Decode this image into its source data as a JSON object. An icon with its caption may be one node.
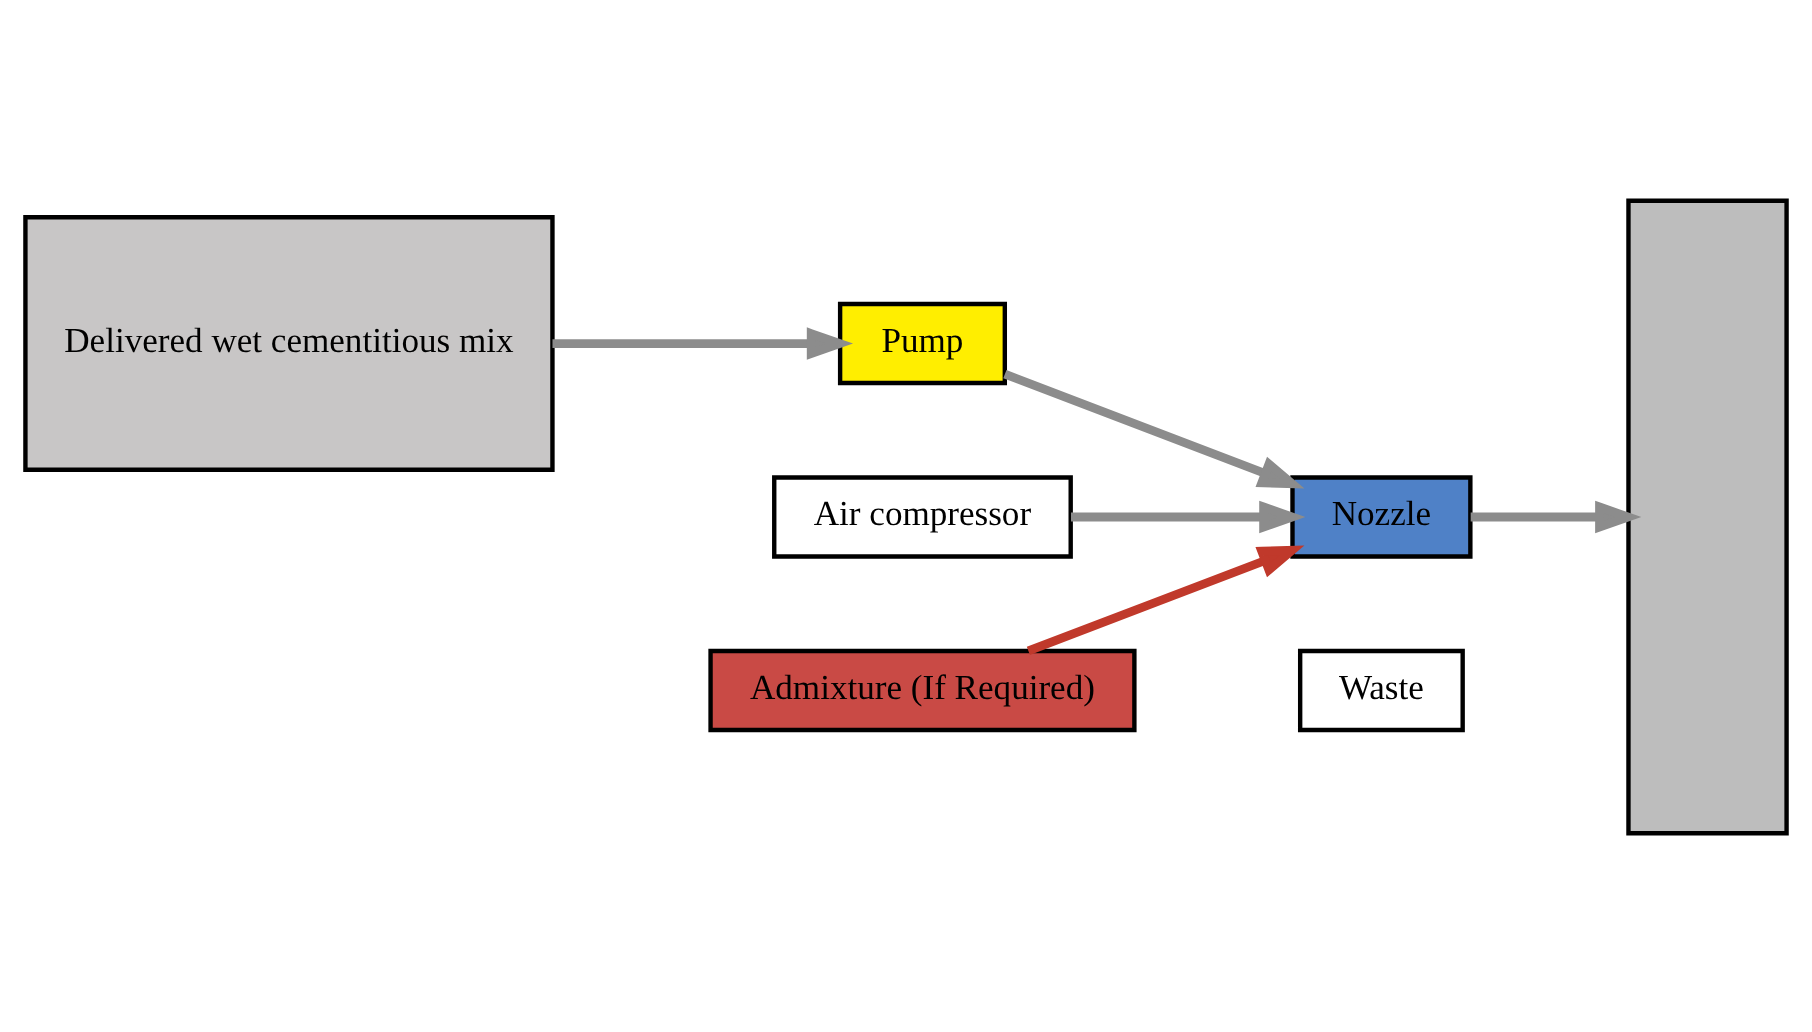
{
  "diagram": {
    "nodes": [
      {
        "text": [
          "Delivered wet cementitious mix"
        ]
      },
      {
        "text": [
          "Pump"
        ]
      },
      {
        "text": [
          "Air compressor"
        ]
      },
      {
        "text": [
          "Nozzle"
        ]
      },
      {
        "text": [
          "Admixture (If Required)"
        ]
      },
      {
        "text": [],
        "shape": "box"
      },
      {
        "text": [
          "Waste"
        ]
      }
    ],
    "edges": [
      {
        "from": 0,
        "to": 1,
        "arrow": "to"
      },
      {
        "from": 1,
        "to": 3,
        "arrow": "to"
      },
      {
        "from": 2,
        "to": 3,
        "arrow": "to"
      },
      {
        "from": 4,
        "to": 3,
        "arrow": "to",
        "color": "#c0392b"
      },
      {
        "from": 3,
        "to": 5,
        "arrow": "to"
      }
    ]
  }
}
